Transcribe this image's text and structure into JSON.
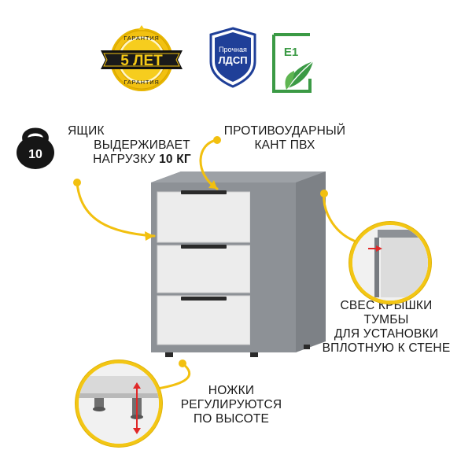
{
  "colors": {
    "accent_yellow": "#f2c00f",
    "badge_blue": "#1f3f98",
    "eco_green": "#3b9a45",
    "body_gray": "#8d9196",
    "drawer_white": "#ececec",
    "handle_black": "#2a2a2a",
    "text": "#1a1a1a"
  },
  "badges": {
    "warranty": {
      "main": "5 ЛЕТ",
      "top_arc": "ГАРАНТИЯ",
      "bottom_arc": "ГАРАНТИЯ"
    },
    "ldsp": {
      "line1": "Прочная",
      "line2": "ЛДСП"
    },
    "eco": {
      "label": "E1"
    }
  },
  "weight": {
    "icon": "kettlebell-icon",
    "number": "10",
    "lines": [
      "ЯЩИК",
      "ВЫДЕРЖИВАЕТ"
    ],
    "line3_prefix": "НАГРУЗКУ",
    "line3_bold": "10 КГ"
  },
  "edge": {
    "lines": [
      "ПРОТИВОУДАРНЫЙ",
      "КАНТ ПВХ"
    ]
  },
  "overhang": {
    "lines": [
      "СВЕС КРЫШКИ",
      "ТУМБЫ",
      "ДЛЯ УСТАНОВКИ",
      "ВПЛОТНУЮ К СТЕНЕ"
    ]
  },
  "feet": {
    "lines": [
      "НОЖКИ",
      "РЕГУЛИРУЮТСЯ",
      "ПО ВЫСОТЕ"
    ]
  }
}
